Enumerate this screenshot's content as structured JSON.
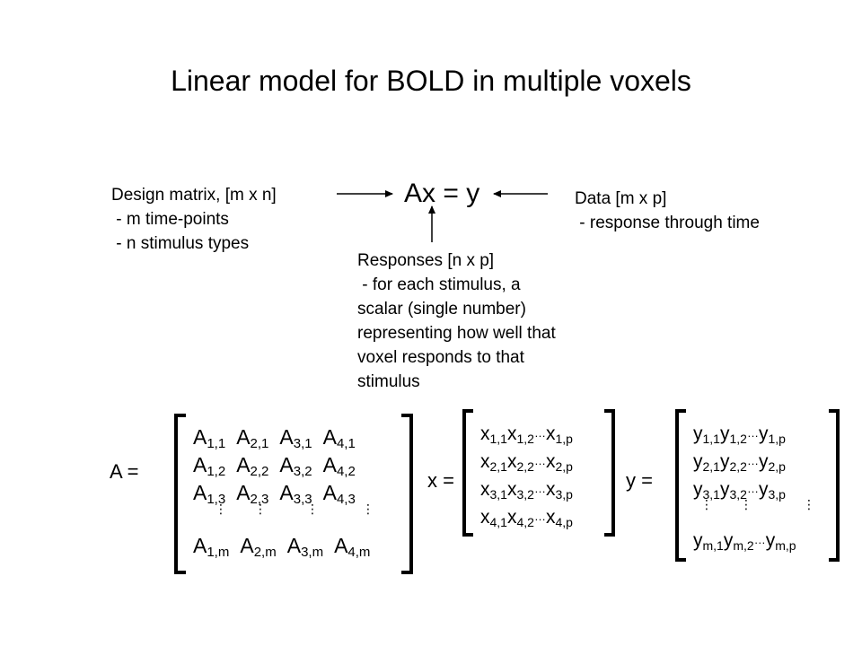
{
  "title": "Linear model for BOLD in multiple voxels",
  "equation": "Ax = y",
  "design_note": [
    "Design matrix, [m x n]",
    " - m time-points",
    " - n stimulus types"
  ],
  "data_note": [
    "Data [m x p]",
    " - response through time"
  ],
  "responses_note": [
    "Responses [n x p]",
    " - for each stimulus, a",
    "scalar (single number)",
    "representing how well that",
    "voxel responds to that",
    "stimulus"
  ],
  "matrix_A": {
    "label": "A =",
    "rows": [
      [
        {
          "b": "A",
          "s": "1,1"
        },
        {
          "b": "A",
          "s": "2,1"
        },
        {
          "b": "A",
          "s": "3,1"
        },
        {
          "b": "A",
          "s": "4,1"
        }
      ],
      [
        {
          "b": "A",
          "s": "1,2"
        },
        {
          "b": "A",
          "s": "2,2"
        },
        {
          "b": "A",
          "s": "3,2"
        },
        {
          "b": "A",
          "s": "4,2"
        }
      ],
      [
        {
          "b": "A",
          "s": "1,3"
        },
        {
          "b": "A",
          "s": "2,3"
        },
        {
          "b": "A",
          "s": "3,3"
        },
        {
          "b": "A",
          "s": "4,3"
        }
      ],
      [
        {
          "b": "A",
          "s": "1,m"
        },
        {
          "b": "A",
          "s": "2,m"
        },
        {
          "b": "A",
          "s": "3,m"
        },
        {
          "b": "A",
          "s": "4,m"
        }
      ]
    ]
  },
  "matrix_x": {
    "label": "x =",
    "rows": [
      [
        {
          "b": "x",
          "s": "1,1"
        },
        {
          "b": "x",
          "s": "1,2"
        },
        {
          "b": "x",
          "s": "1,p"
        }
      ],
      [
        {
          "b": "x",
          "s": "2,1"
        },
        {
          "b": "x",
          "s": "2,2"
        },
        {
          "b": "x",
          "s": "2,p"
        }
      ],
      [
        {
          "b": "x",
          "s": "3,1"
        },
        {
          "b": "x",
          "s": "3,2"
        },
        {
          "b": "x",
          "s": "3,p"
        }
      ],
      [
        {
          "b": "x",
          "s": "4,1"
        },
        {
          "b": "x",
          "s": "4,2"
        },
        {
          "b": "x",
          "s": "4,p"
        }
      ]
    ]
  },
  "matrix_y": {
    "label": "y =",
    "rows": [
      [
        {
          "b": "y",
          "s": "1,1"
        },
        {
          "b": "y",
          "s": "1,2"
        },
        {
          "b": "y",
          "s": "1,p"
        }
      ],
      [
        {
          "b": "y",
          "s": "2,1"
        },
        {
          "b": "y",
          "s": "2,2"
        },
        {
          "b": "y",
          "s": "2,p"
        }
      ],
      [
        {
          "b": "y",
          "s": "3,1"
        },
        {
          "b": "y",
          "s": "3,2"
        },
        {
          "b": "y",
          "s": "3,p"
        }
      ],
      [
        {
          "b": "y",
          "s": "m,1"
        },
        {
          "b": "y",
          "s": "m,2"
        },
        {
          "b": "y",
          "s": "m,p"
        }
      ]
    ]
  },
  "ellipsis": "…",
  "vertical_ellipsis": "⋮"
}
